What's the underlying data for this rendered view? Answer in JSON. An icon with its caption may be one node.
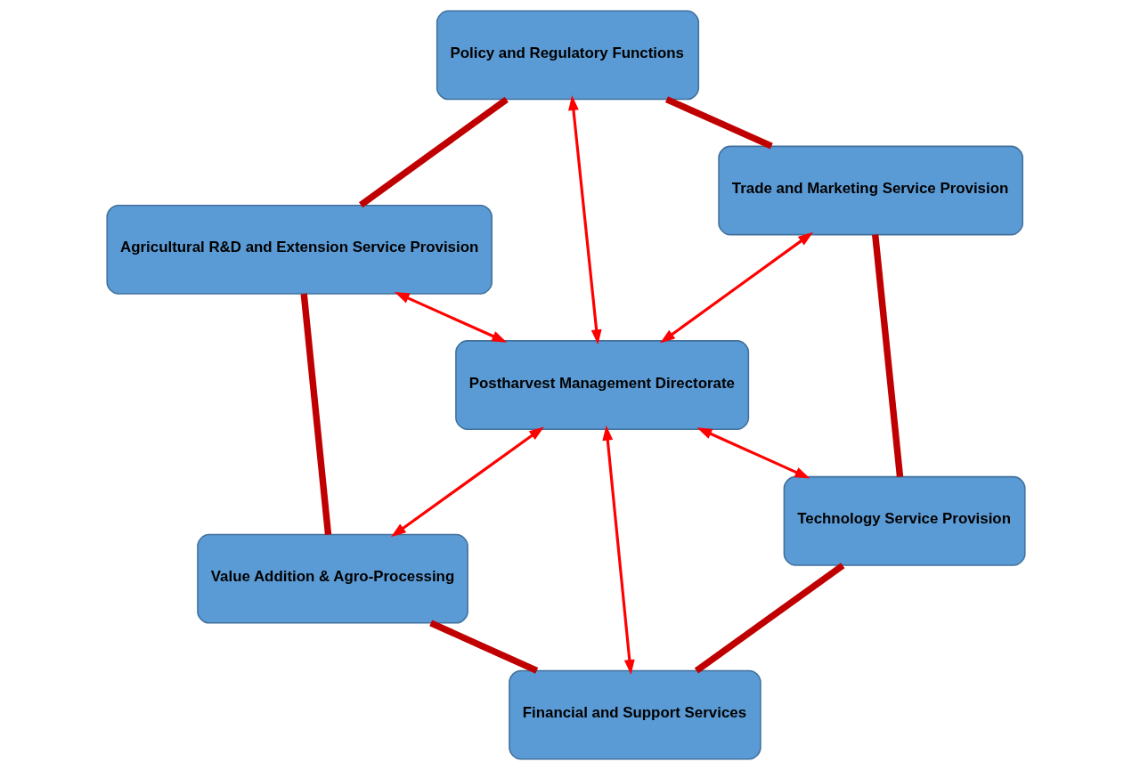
{
  "diagram": {
    "nodes": [
      {
        "text": [
          "Policy and Regulatory Functions"
        ]
      },
      {
        "text": [
          "Trade and Marketing Service Provision"
        ]
      },
      {
        "text": [
          "Agricultural R&D and Extension Service Provision"
        ]
      },
      {
        "text": [
          "Postharvest Management Directorate"
        ]
      },
      {
        "text": [
          "Technology Service Provision"
        ]
      },
      {
        "text": [
          "Value Addition & Agro-Processing"
        ]
      },
      {
        "text": [
          "Financial and Support Services"
        ]
      }
    ],
    "edges": [
      {
        "from": 3,
        "to": 0,
        "arrow": "both",
        "color": "#ff0000"
      },
      {
        "from": 3,
        "to": 2,
        "arrow": "both",
        "color": "#ff0000"
      },
      {
        "from": 3,
        "to": 5,
        "arrow": "both",
        "color": "#ff0000"
      },
      {
        "from": 3,
        "to": 6,
        "arrow": "both",
        "color": "#ff0000"
      },
      {
        "from": 3,
        "to": 4,
        "arrow": "both",
        "color": "#ff0000"
      },
      {
        "from": 3,
        "to": 1,
        "arrow": "both",
        "color": "#ff0000"
      },
      {
        "from": 0,
        "to": 2,
        "arrow": "none",
        "style": "thick",
        "color": "#c00000"
      },
      {
        "from": 2,
        "to": 5,
        "arrow": "none",
        "style": "thick",
        "color": "#c00000"
      },
      {
        "from": 5,
        "to": 6,
        "arrow": "none",
        "style": "thick",
        "color": "#c00000"
      },
      {
        "from": 6,
        "to": 4,
        "arrow": "none",
        "style": "thick",
        "color": "#c00000"
      },
      {
        "from": 4,
        "to": 1,
        "arrow": "none",
        "style": "thick",
        "color": "#c00000"
      },
      {
        "from": 1,
        "to": 0,
        "arrow": "none",
        "style": "thick",
        "color": "#c00000"
      }
    ]
  }
}
